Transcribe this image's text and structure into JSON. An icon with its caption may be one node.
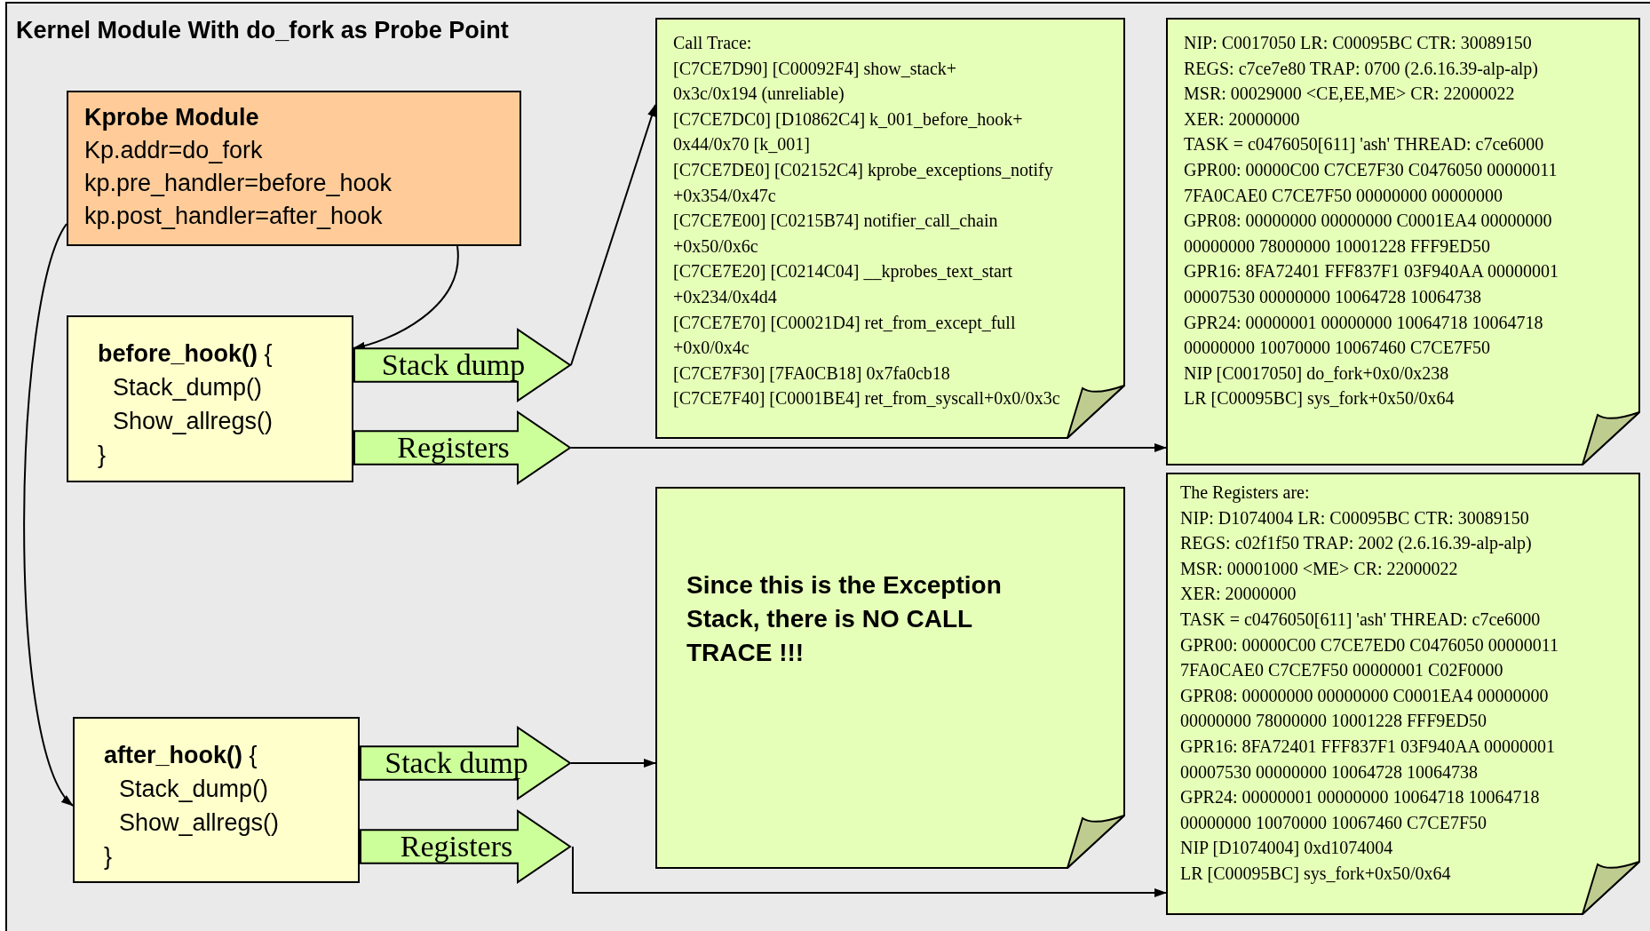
{
  "diagram": {
    "title": "Kernel Module With do_fork as Probe Point",
    "nodes": [
      {
        "text": [
          "Kprobe Module",
          "Kp.addr=do_fork",
          "kp.pre_handler=before_hook",
          "kp.post_handler=after_hook"
        ]
      },
      {
        "text": [
          "**before_hook()** {",
          "Stack_dump()",
          "Show_allregs()",
          "}"
        ]
      },
      {
        "text": [
          "**after_hook()** {",
          "Stack_dump()",
          "Show_allregs()",
          "}"
        ]
      },
      {
        "text": [
          "Call Trace:",
          "[C7CE7D90] [C00092F4] show_stack+",
          "0x3c/0x194 (unreliable)",
          "[C7CE7DC0] [D10862C4] k_001_before_hook+",
          "0x44/0x70 [k_001]",
          "[C7CE7DE0] [C02152C4] kprobe_exceptions_notify",
          "+0x354/0x47c",
          "[C7CE7E00] [C0215B74] notifier_call_chain",
          "+0x50/0x6c",
          "[C7CE7E20] [C0214C04] __kprobes_text_start",
          "+0x234/0x4d4",
          "[C7CE7E70] [C00021D4] ret_from_except_full",
          "+0x0/0x4c",
          "[C7CE7F30] [7FA0CB18] 0x7fa0cb18",
          "[C7CE7F40] [C0001BE4] ret_from_syscall+0x0/0x3c"
        ]
      },
      {
        "text": [
          "NIP: C0017050 LR: C00095BC CTR: 30089150",
          "REGS: c7ce7e80 TRAP: 0700   (2.6.16.39-alp-alp)",
          "MSR: 00029000 <CE,EE,ME>  CR: 22000022",
          "XER: 20000000",
          "TASK = c0476050[611] 'ash' THREAD: c7ce6000",
          "GPR00: 00000C00 C7CE7F30 C0476050 00000011",
          "7FA0CAE0 C7CE7F50 00000000 00000000",
          "GPR08: 00000000 00000000 C0001EA4 00000000",
          "00000000 78000000 10001228 FFF9ED50",
          "GPR16: 8FA72401 FFF837F1 03F940AA 00000001",
          "00007530 00000000 10064728 10064738",
          "GPR24: 00000001 00000000 10064718 10064718",
          "00000000 10070000 10067460 C7CE7F50",
          "NIP [C0017050] do_fork+0x0/0x238",
          "LR [C00095BC] sys_fork+0x50/0x64"
        ]
      },
      {
        "text": [
          "Since this is the Exception Stack, there is NO CALL TRACE !!!"
        ]
      },
      {
        "text": [
          "The Registers are:",
          "NIP: D1074004 LR: C00095BC CTR: 30089150",
          "REGS: c02f1f50 TRAP: 2002   (2.6.16.39-alp-alp)",
          "MSR: 00001000 <ME>  CR: 22000022",
          "XER: 20000000",
          "TASK = c0476050[611] 'ash' THREAD: c7ce6000",
          "GPR00: 00000C00 C7CE7ED0 C0476050 00000011",
          "7FA0CAE0 C7CE7F50 00000001 C02F0000",
          "GPR08: 00000000 00000000 C0001EA4 00000000",
          "00000000 78000000 10001228 FFF9ED50",
          "GPR16: 8FA72401 FFF837F1 03F940AA 00000001",
          "00007530 00000000 10064728 10064738",
          "GPR24: 00000001 00000000 10064718 10064718",
          "00000000 10070000 10067460 C7CE7F50",
          "NIP [D1074004] 0xd1074004",
          "LR [C00095BC] sys_fork+0x50/0x64"
        ]
      }
    ],
    "edges": [
      {
        "from": 0,
        "to": 1,
        "arrow": "to"
      },
      {
        "from": 0,
        "to": 2,
        "arrow": "to"
      },
      {
        "from": 1,
        "to": 3,
        "arrow": "to",
        "label": "Stack dump"
      },
      {
        "from": 1,
        "to": 4,
        "arrow": "to",
        "label": "Registers"
      },
      {
        "from": 2,
        "to": 5,
        "arrow": "to",
        "label": "Stack dump"
      },
      {
        "from": 2,
        "to": 6,
        "arrow": "to",
        "label": "Registers"
      }
    ]
  }
}
